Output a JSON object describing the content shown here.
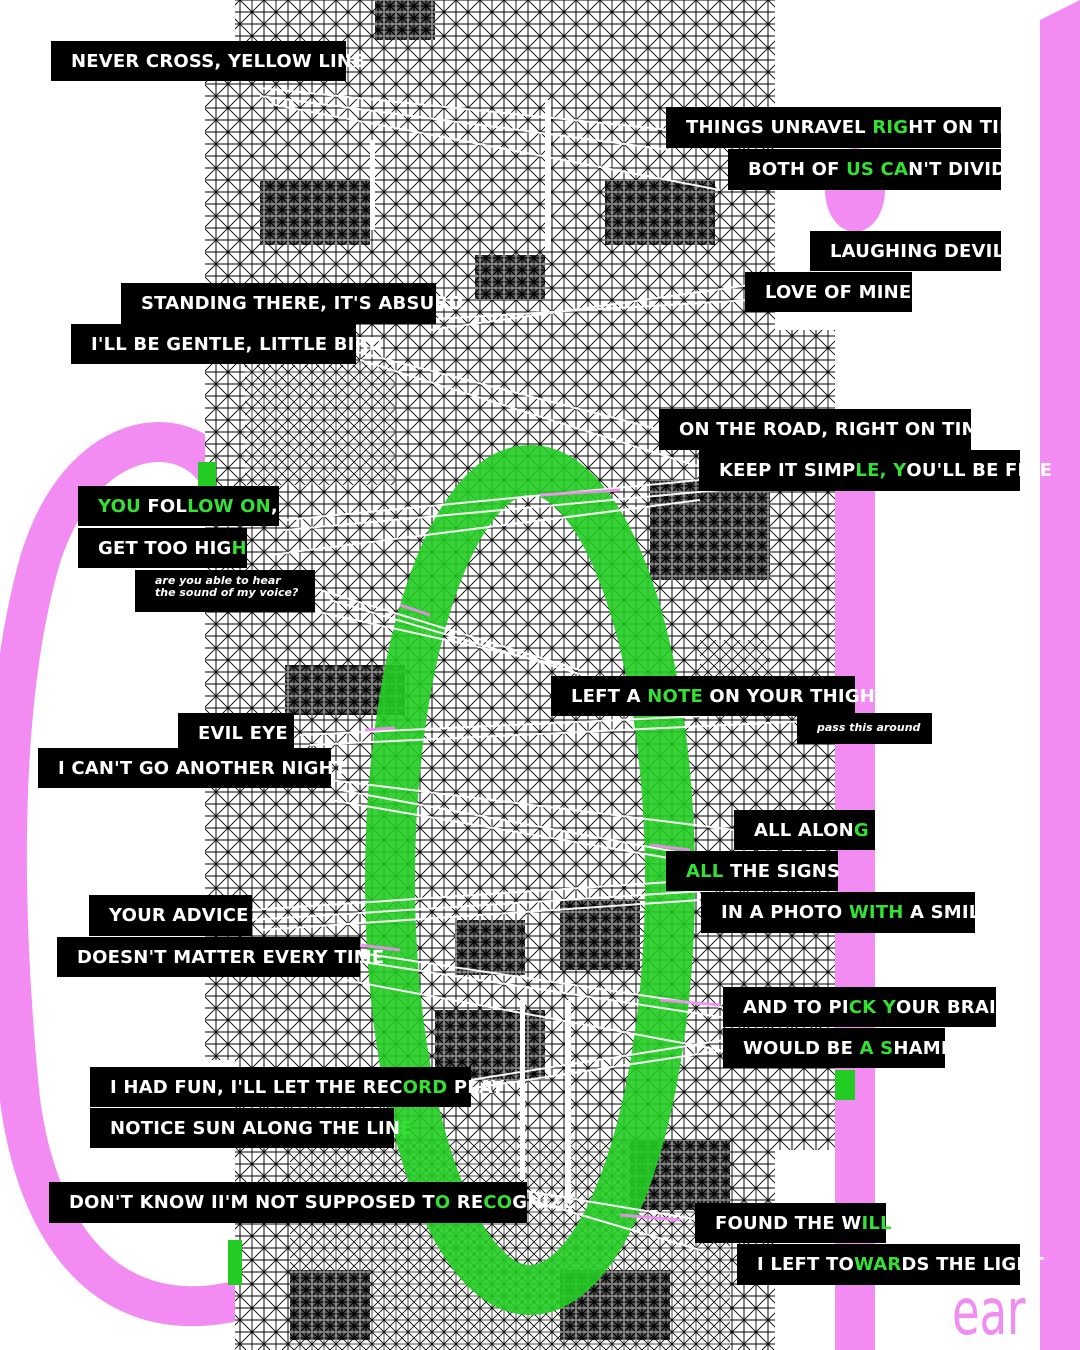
{
  "colors": {
    "pink": "#f28cf2",
    "green": "#22cc22",
    "accent_text": "#33e033",
    "label_bg": "#000000",
    "label_text": "#ffffff"
  },
  "labels": [
    {
      "id": "never-cross",
      "segments": [
        [
          "NEVER CROSS, YELLOW LINE",
          false
        ]
      ]
    },
    {
      "id": "things-unravel",
      "segments": [
        [
          "THINGS UNRAVEL ",
          false
        ],
        [
          "RIG",
          true
        ],
        [
          "HT ON TIME",
          false
        ]
      ]
    },
    {
      "id": "both-of-us",
      "segments": [
        [
          "BOTH OF ",
          false
        ],
        [
          "US CA",
          true
        ],
        [
          "N'T DIVIDE",
          false
        ]
      ]
    },
    {
      "id": "laughing-devil",
      "segments": [
        [
          "LAUGHING DEVIL",
          false
        ]
      ]
    },
    {
      "id": "love-of-mine",
      "segments": [
        [
          "LOVE OF MINE",
          false
        ]
      ]
    },
    {
      "id": "standing-there",
      "segments": [
        [
          "STANDING THERE, IT'S ABSURD",
          false
        ]
      ]
    },
    {
      "id": "gentle-bird",
      "segments": [
        [
          "I'LL BE GENTLE, LITTLE BIRD",
          false
        ]
      ]
    },
    {
      "id": "on-the-road",
      "segments": [
        [
          "ON THE ROAD, RIGHT ON TIME",
          false
        ]
      ]
    },
    {
      "id": "keep-it-simple",
      "segments": [
        [
          "KEEP IT SIMP",
          false
        ],
        [
          "LE, Y",
          true
        ],
        [
          "OU'LL BE FINE",
          false
        ]
      ]
    },
    {
      "id": "you-follow-on",
      "segments": [
        [
          "YOU",
          true
        ],
        [
          " FOL",
          false
        ],
        [
          "LOW ON",
          true
        ],
        [
          ",",
          false
        ]
      ]
    },
    {
      "id": "get-too-high",
      "segments": [
        [
          "GET TOO HIG",
          false
        ],
        [
          "H",
          true
        ]
      ]
    },
    {
      "id": "left-a-note",
      "segments": [
        [
          "LEFT A ",
          false
        ],
        [
          "NOTE",
          true
        ],
        [
          " ON YOUR THIGH",
          false
        ]
      ]
    },
    {
      "id": "evil-eye",
      "segments": [
        [
          "EVIL EYE",
          false
        ]
      ]
    },
    {
      "id": "another-night",
      "segments": [
        [
          "I CAN'T GO ANOTHER NIGHT",
          false
        ]
      ]
    },
    {
      "id": "all-along",
      "segments": [
        [
          "ALL ALON",
          false
        ],
        [
          "G",
          true
        ]
      ]
    },
    {
      "id": "all-the-signs",
      "segments": [
        [
          "ALL",
          true
        ],
        [
          " THE SIGNS",
          false
        ]
      ]
    },
    {
      "id": "in-a-photo",
      "segments": [
        [
          "IN A PHOTO ",
          false
        ],
        [
          "WITH",
          true
        ],
        [
          " A SMILE",
          false
        ]
      ]
    },
    {
      "id": "your-advice",
      "segments": [
        [
          "YOUR ADVICE",
          false
        ]
      ]
    },
    {
      "id": "doesnt-matter",
      "segments": [
        [
          "DOESN'T MATTER EVERY TIME",
          false
        ]
      ]
    },
    {
      "id": "pick-your-brain",
      "segments": [
        [
          "AND TO PI",
          false
        ],
        [
          "CK Y",
          true
        ],
        [
          "OUR BRAIN",
          false
        ]
      ]
    },
    {
      "id": "would-be-shame",
      "segments": [
        [
          "WOULD BE ",
          false
        ],
        [
          "A S",
          true
        ],
        [
          "HAME",
          false
        ]
      ]
    },
    {
      "id": "had-fun",
      "segments": [
        [
          "I HAD FUN, I'LL LET THE REC",
          false
        ],
        [
          "ORD",
          true
        ],
        [
          " PLAY",
          false
        ]
      ]
    },
    {
      "id": "notice-sun",
      "segments": [
        [
          "NOTICE SUN ALONG THE LIN",
          false
        ],
        [
          "E",
          true
        ]
      ]
    },
    {
      "id": "dont-know",
      "segments": [
        [
          "DON'T KNOW II'M NOT SUPPOSED T",
          false
        ],
        [
          "O",
          true
        ],
        [
          " RE",
          false
        ],
        [
          "CO",
          true
        ],
        [
          "GNIZE",
          false
        ]
      ]
    },
    {
      "id": "found-the-will",
      "segments": [
        [
          "FOUND THE W",
          false
        ],
        [
          "ILL",
          true
        ]
      ]
    },
    {
      "id": "left-towards-light",
      "segments": [
        [
          "I LEFT TO",
          false
        ],
        [
          "WAR",
          true
        ],
        [
          "DS THE LIGHT",
          false
        ]
      ]
    }
  ],
  "small_notes": {
    "voice_line1": "are you able to hear",
    "voice_line2": "the sound of my voice?",
    "pass_around": "pass this around"
  },
  "corner_word": "ear"
}
